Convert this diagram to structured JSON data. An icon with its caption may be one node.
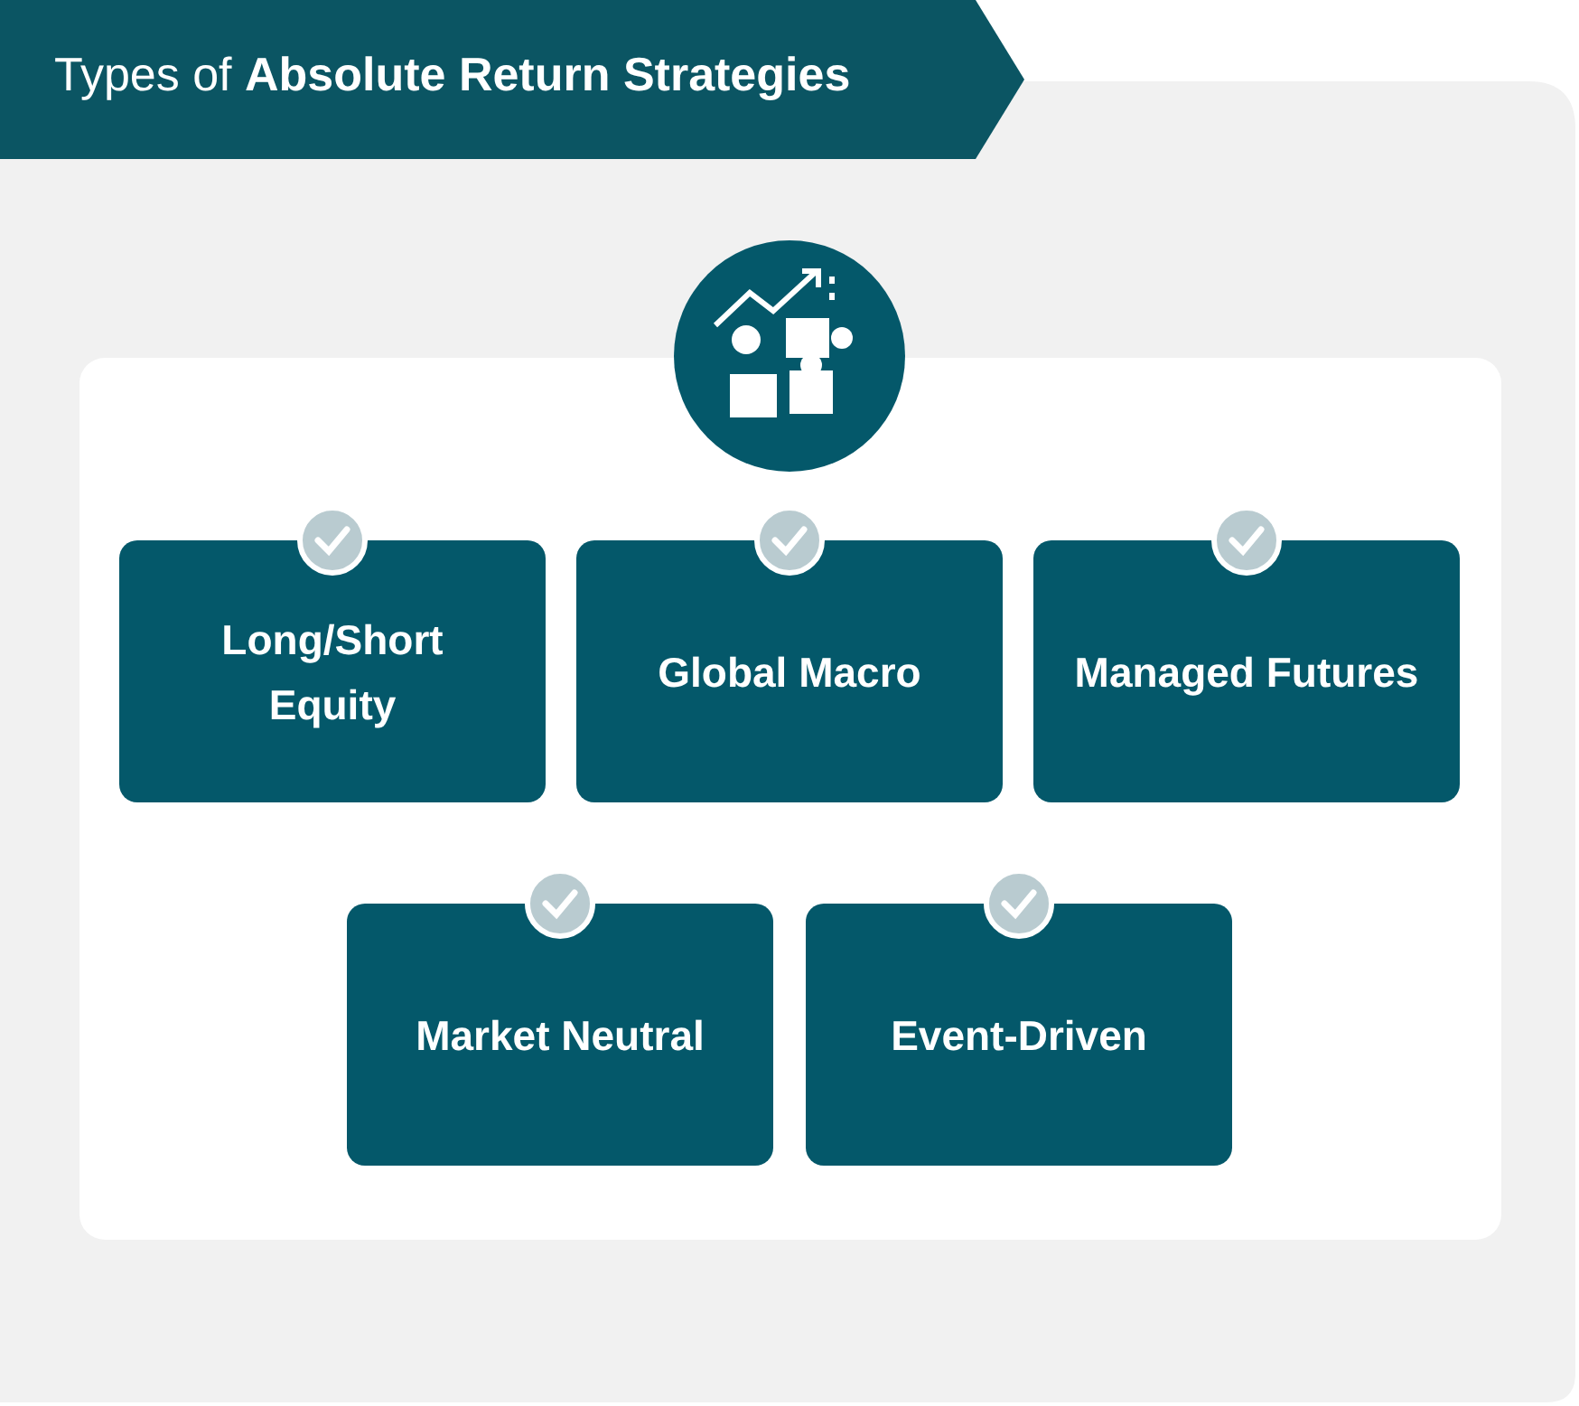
{
  "diagram": {
    "title": "Types of **Absolute Return Strategies**",
    "nodes": [
      {
        "text": [
          "Long/Short Equity"
        ]
      },
      {
        "text": [
          "Global Macro"
        ]
      },
      {
        "text": [
          "Managed Futures"
        ]
      },
      {
        "text": [
          "Market Neutral"
        ]
      },
      {
        "text": [
          "Event-Driven"
        ]
      }
    ]
  }
}
